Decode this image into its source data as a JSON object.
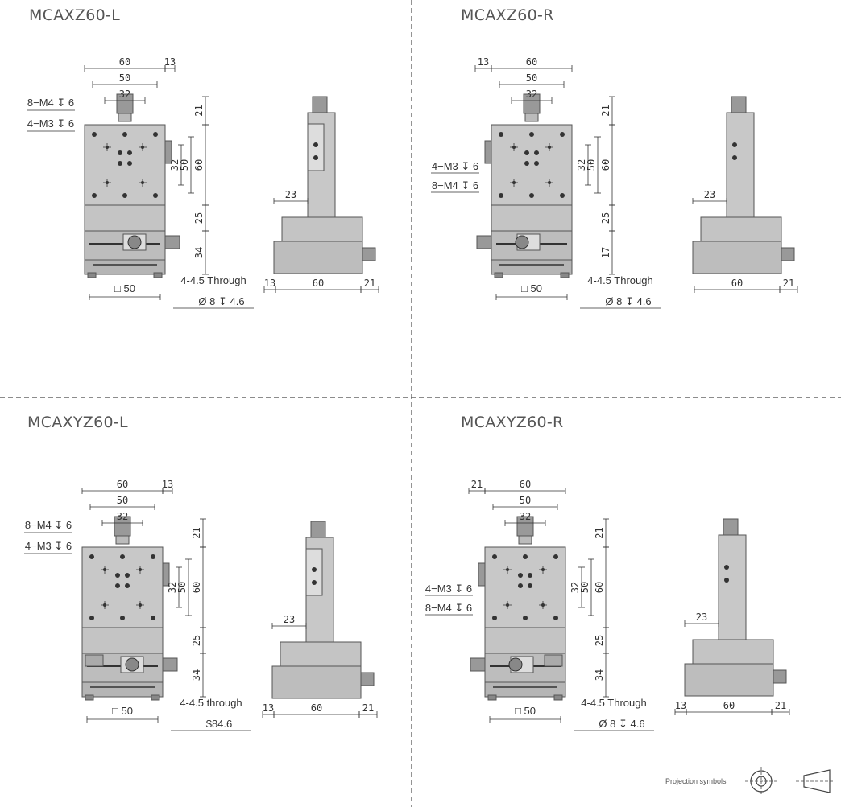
{
  "quadrants": {
    "q1": {
      "title": "MCAXZ60-L",
      "holes_a": "8−M4 ↧ 6",
      "holes_b": "4−M3 ↧ 6",
      "top": [
        "60",
        "50",
        "32",
        "13"
      ],
      "right": [
        "21",
        "32",
        "50",
        "60",
        "25",
        "34"
      ],
      "through": "4-4.5 Through",
      "cbore": "Ø 8 ↧ 4.6",
      "square": "□ 50",
      "side_bottom": [
        "13",
        "60",
        "21"
      ],
      "side_23": "23"
    },
    "q2": {
      "title": "MCAXZ60-R",
      "holes_a": "4−M3 ↧ 6",
      "holes_b": "8−M4 ↧ 6",
      "top": [
        "13",
        "60",
        "50",
        "32"
      ],
      "right": [
        "21",
        "32",
        "50",
        "60",
        "25",
        "17"
      ],
      "through": "4-4.5 Through",
      "cbore": "Ø 8 ↧ 4.6",
      "square": "□ 50",
      "side_bottom": [
        "60",
        "21"
      ],
      "side_23": "23"
    },
    "q3": {
      "title": "MCAXYZ60-L",
      "holes_a": "8−M4 ↧ 6",
      "holes_b": "4−M3 ↧ 6",
      "top": [
        "60",
        "50",
        "32",
        "13"
      ],
      "right": [
        "21",
        "32",
        "50",
        "60",
        "25",
        "34"
      ],
      "through": "4-4.5 through",
      "cbore": "$84.6",
      "square": "□ 50",
      "side_bottom": [
        "13",
        "60",
        "21"
      ],
      "side_23": "23"
    },
    "q4": {
      "title": "MCAXYZ60-R",
      "holes_a": "4−M3 ↧ 6",
      "holes_b": "8−M4 ↧ 6",
      "top": [
        "21",
        "60",
        "50",
        "32"
      ],
      "right": [
        "21",
        "32",
        "50",
        "60",
        "25",
        "34"
      ],
      "through": "4-4.5 Through",
      "cbore": "Ø 8 ↧ 4.6",
      "square": "□ 50",
      "side_bottom": [
        "13",
        "60",
        "21"
      ],
      "side_23": "23"
    }
  },
  "projection_label": "Projection symbols",
  "colors": {
    "part": "#c8c8c8",
    "part_dark": "#9a9a9a",
    "line": "#333333",
    "divider": "#555555"
  }
}
